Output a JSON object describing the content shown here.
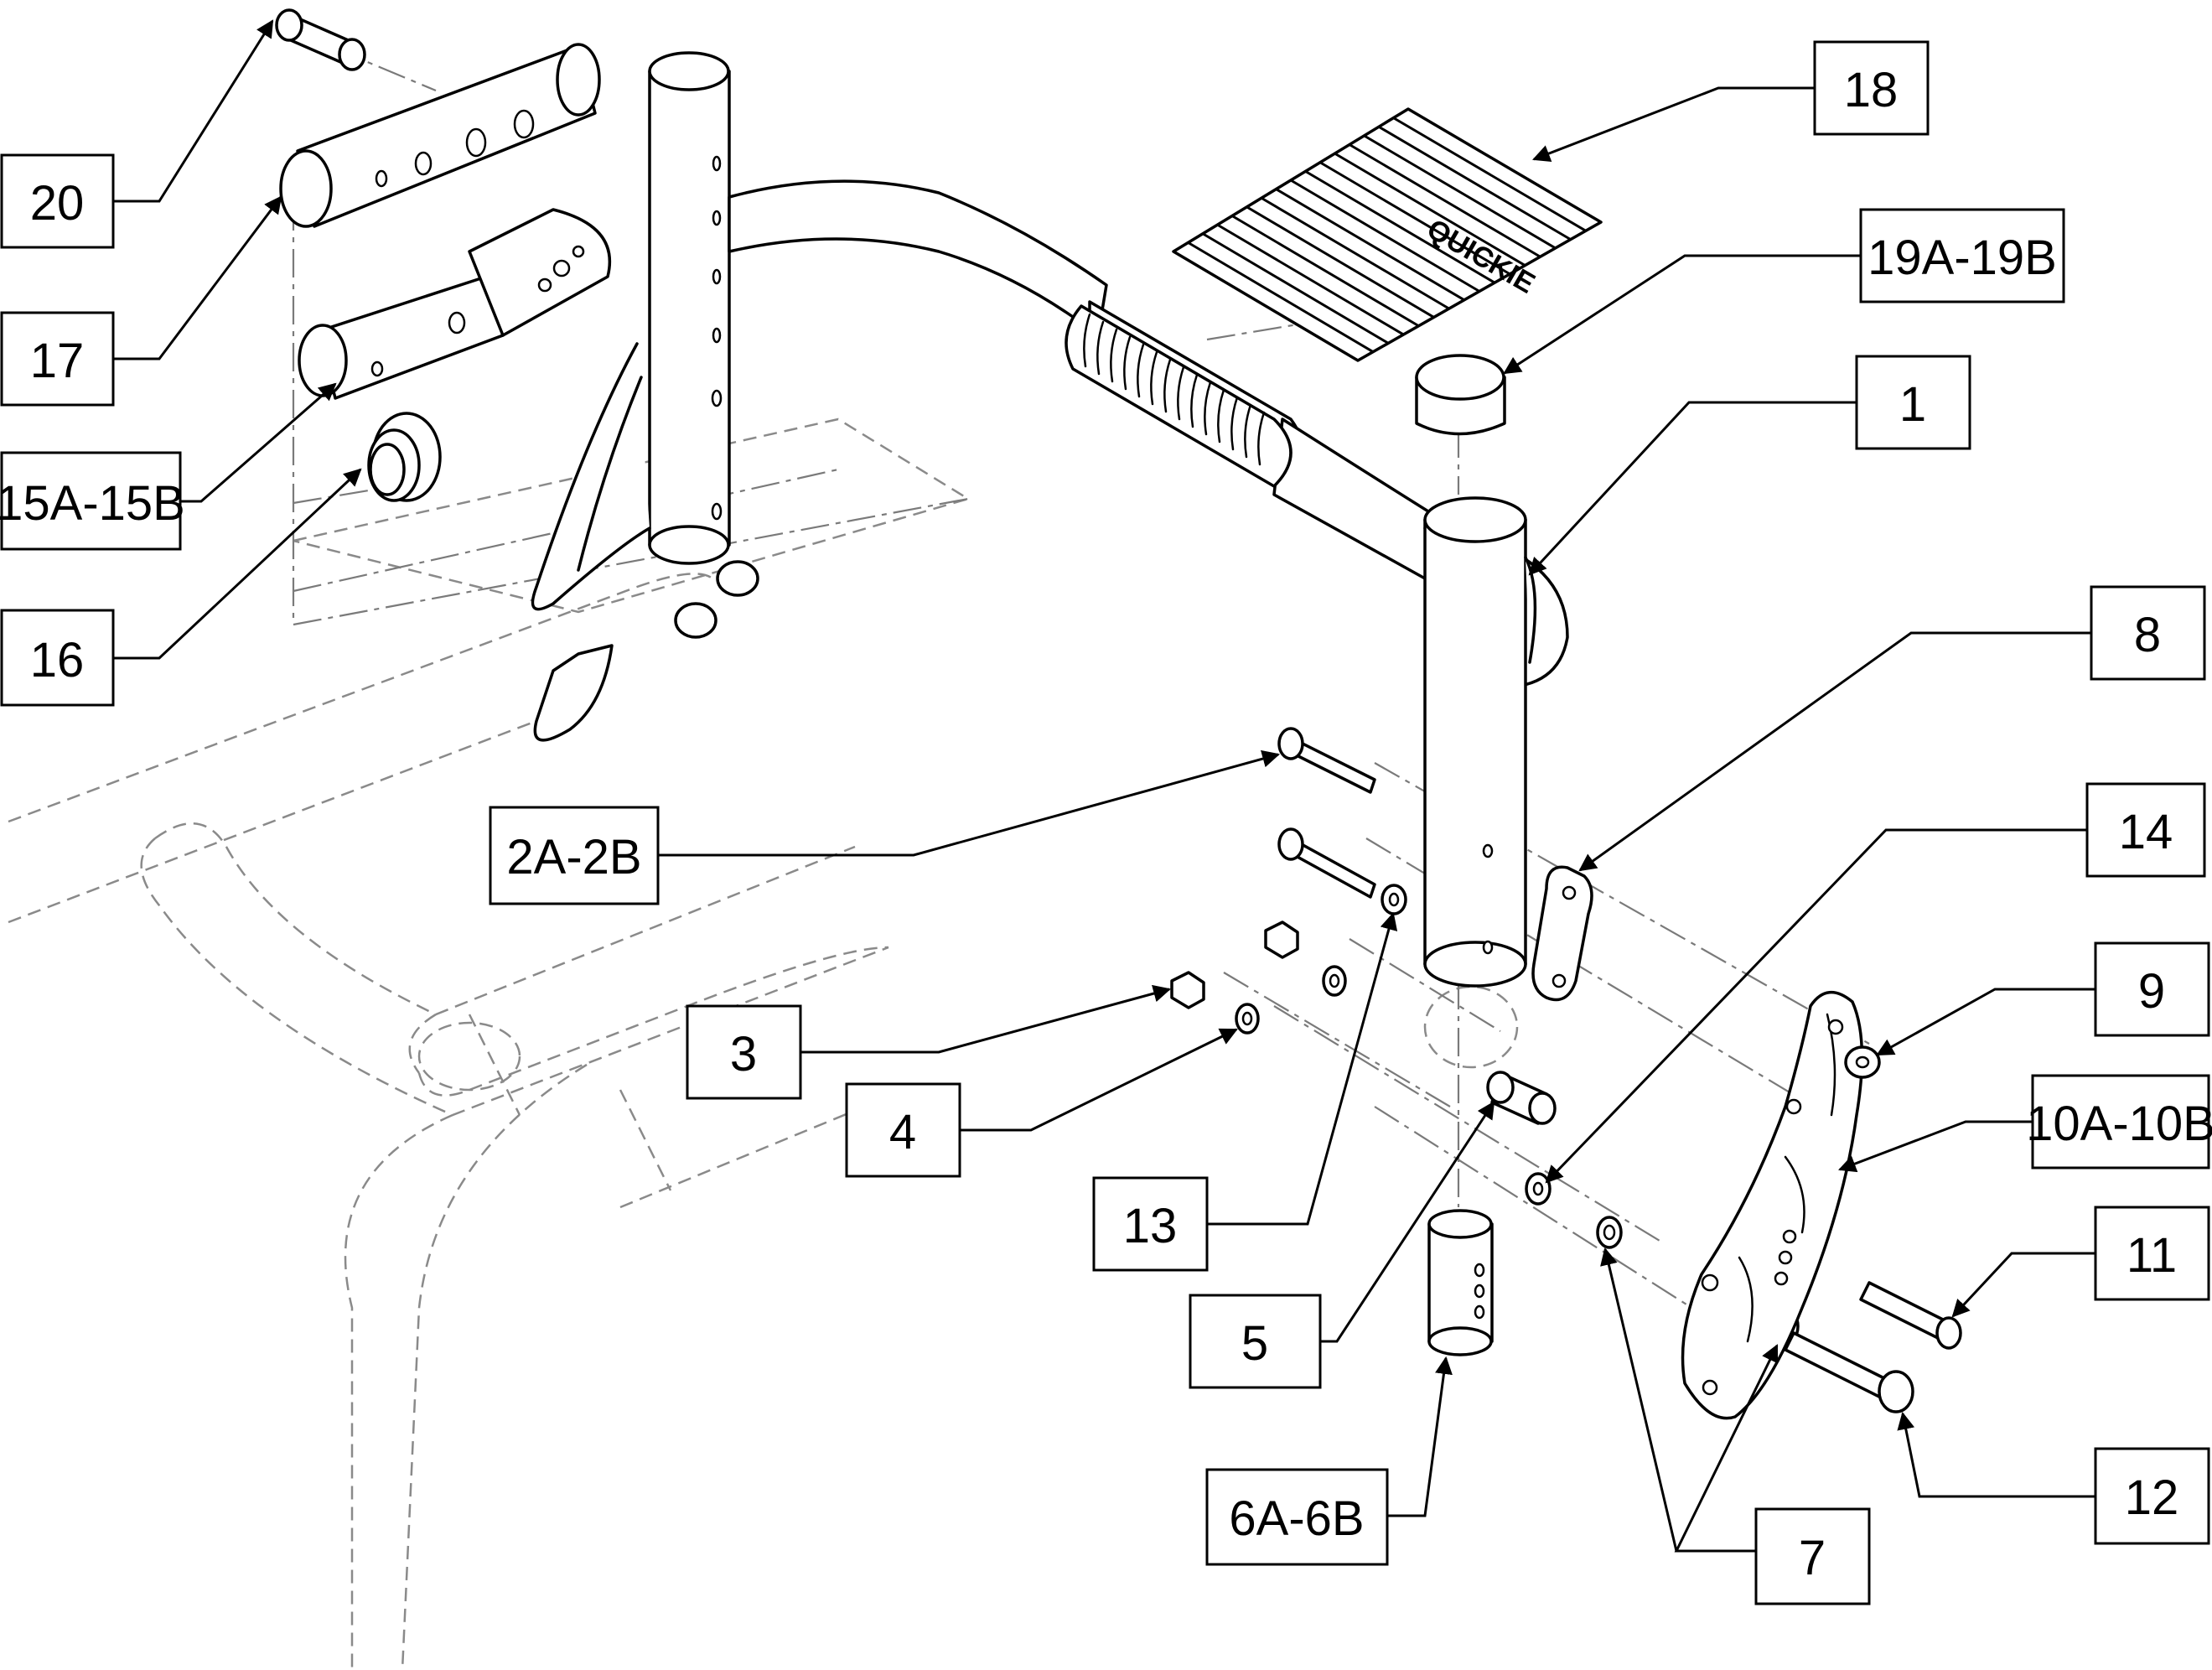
{
  "title": "",
  "brand_mark": "QUICKIE",
  "callouts": [
    {
      "id": "c20",
      "label": "20"
    },
    {
      "id": "c17",
      "label": "17"
    },
    {
      "id": "c15",
      "label": "15A-15B"
    },
    {
      "id": "c16",
      "label": "16"
    },
    {
      "id": "c18",
      "label": "18"
    },
    {
      "id": "c19",
      "label": "19A-19B"
    },
    {
      "id": "c1",
      "label": "1"
    },
    {
      "id": "c8",
      "label": "8"
    },
    {
      "id": "c14",
      "label": "14"
    },
    {
      "id": "c2",
      "label": "2A-2B"
    },
    {
      "id": "c3",
      "label": "3"
    },
    {
      "id": "c4",
      "label": "4"
    },
    {
      "id": "c13",
      "label": "13"
    },
    {
      "id": "c5",
      "label": "5"
    },
    {
      "id": "c6",
      "label": "6A-6B"
    },
    {
      "id": "c9",
      "label": "9"
    },
    {
      "id": "c10",
      "label": "10A-10B"
    },
    {
      "id": "c11",
      "label": "11"
    },
    {
      "id": "c12",
      "label": "12"
    },
    {
      "id": "c7",
      "label": "7"
    }
  ],
  "colors": {
    "line": "#000000",
    "ghost": "#8a8a8a",
    "background": "#ffffff"
  }
}
